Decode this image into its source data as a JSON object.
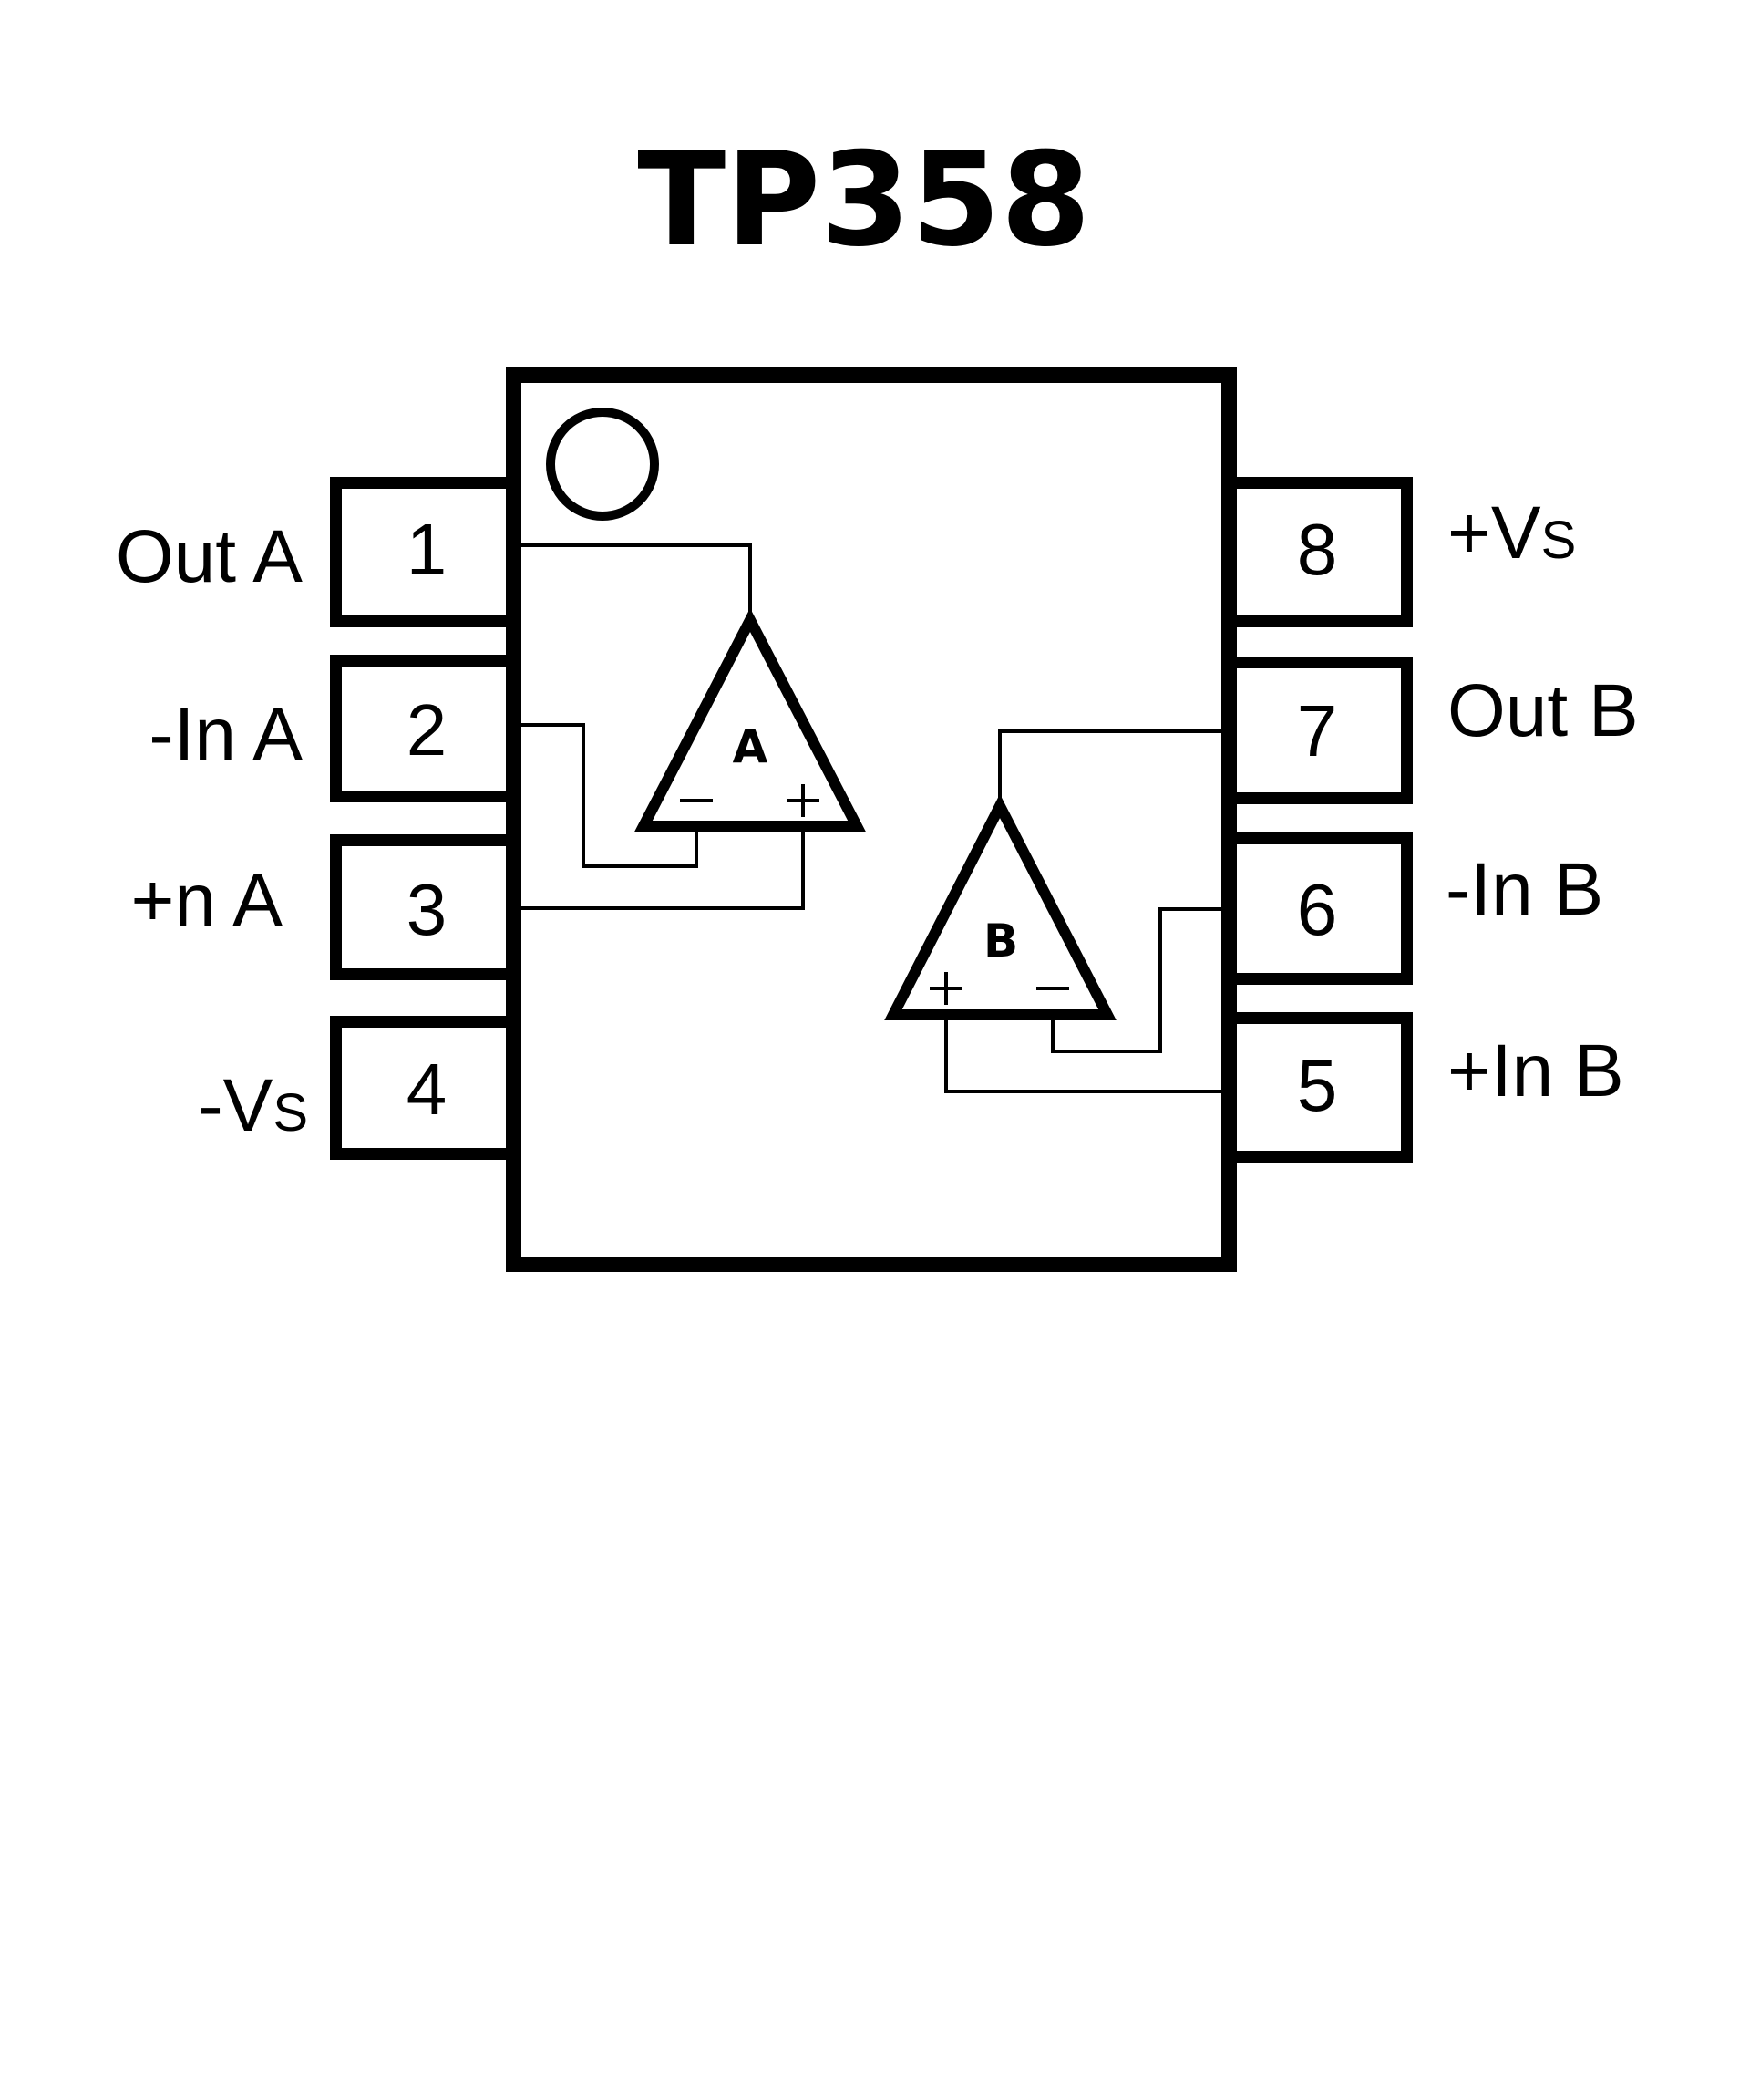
{
  "title": "TP358",
  "colors": {
    "ink": "#000000",
    "background": "#ffffff"
  },
  "package": {
    "notch_marker": "pin-1-indicator-circle"
  },
  "pins": {
    "left": [
      {
        "number": "1",
        "label": "Out A",
        "label_main": "Out A",
        "label_sub": ""
      },
      {
        "number": "2",
        "label": "-In A",
        "label_main": "-In A",
        "label_sub": ""
      },
      {
        "number": "3",
        "label": "+n A",
        "label_main": "+n A",
        "label_sub": ""
      },
      {
        "number": "4",
        "label": "-Vs",
        "label_main": "-V",
        "label_sub": "S"
      }
    ],
    "right": [
      {
        "number": "8",
        "label": "+Vs",
        "label_main": "+V",
        "label_sub": "S"
      },
      {
        "number": "7",
        "label": "Out B",
        "label_main": "Out B",
        "label_sub": ""
      },
      {
        "number": "6",
        "label": "-In B",
        "label_main": "-In B",
        "label_sub": ""
      },
      {
        "number": "5",
        "label": "+In B",
        "label_main": "+In B",
        "label_sub": ""
      }
    ]
  },
  "amplifiers": [
    {
      "name": "A",
      "inverting_symbol": "−",
      "noninverting_symbol": "+",
      "output_pin": "1",
      "inverting_pin": "2",
      "noninverting_pin": "3"
    },
    {
      "name": "B",
      "inverting_symbol": "−",
      "noninverting_symbol": "+",
      "output_pin": "7",
      "inverting_pin": "6",
      "noninverting_pin": "5"
    }
  ]
}
